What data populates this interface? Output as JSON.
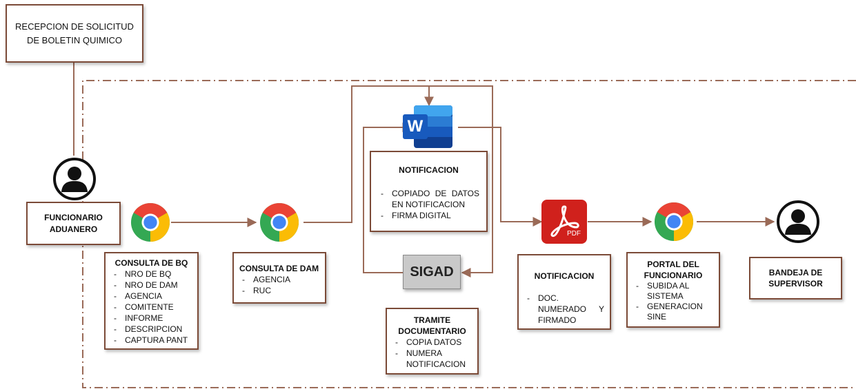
{
  "diagram": {
    "request_box": {
      "line1": "RECEPCION DE SOLICITUD",
      "line2": "DE BOLETIN QUIMICO"
    },
    "officer_box": {
      "line1": "FUNCIONARIO",
      "line2": "ADUANERO"
    },
    "consulta_bq": {
      "title": "CONSULTA DE BQ",
      "items": [
        "NRO DE BQ",
        "NRO DE DAM",
        "AGENCIA",
        "COMITENTE",
        "INFORME",
        "DESCRIPCION",
        "CAPTURA PANT"
      ]
    },
    "consulta_dam": {
      "title": "CONSULTA DE DAM",
      "items": [
        "AGENCIA",
        "RUC"
      ]
    },
    "notificacion_word": {
      "title": "NOTIFICACION",
      "items": [
        "COPIADO DE DATOS EN NOTIFICACION",
        "FIRMA DIGITAL"
      ]
    },
    "sigad_label": "SIGAD",
    "tramite": {
      "title_line1": "TRAMITE",
      "title_line2": "DOCUMENTARIO",
      "items": [
        "COPIA DATOS",
        "NUMERA NOTIFICACION"
      ]
    },
    "notificacion_pdf": {
      "title": "NOTIFICACION",
      "items": [
        "DOC. NUMERADO Y FIRMADO"
      ]
    },
    "portal": {
      "title_line1": "PORTAL DEL",
      "title_line2": "FUNCIONARIO",
      "items": [
        "SUBIDA AL SISTEMA",
        "GENERACION SINE"
      ]
    },
    "bandeja": {
      "line1": "BANDEJA DE",
      "line2": "SUPERVISOR"
    },
    "word_letter": "W",
    "pdf_label": "PDF",
    "colors": {
      "connector": "#9a6a57",
      "box_border": "#7b4a37",
      "word_blue": "#185abd",
      "pdf_red": "#d0211c"
    },
    "icons": [
      "user-icon",
      "chrome-icon",
      "word-icon",
      "pdf-icon"
    ]
  }
}
